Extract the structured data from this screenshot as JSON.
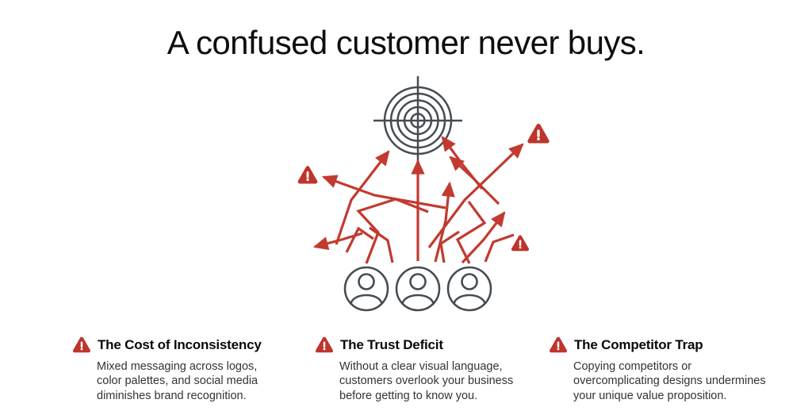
{
  "page": {
    "title": "A confused customer never buys."
  },
  "colors": {
    "arrow_red": "#c23a30",
    "warning_red": "#bd352c",
    "icon_gray": "#454c52",
    "title_color": "#0e0e0e",
    "body_color": "#333333",
    "background": "#ffffff"
  },
  "illustration": {
    "target_icon": "bullseye-target",
    "customer_icon_count": 3,
    "warning_marker_count": 3,
    "arrows_description": "tangled red zigzag arrows missing the target"
  },
  "columns": [
    {
      "icon": "warning-triangle-icon",
      "heading": "The Cost of Inconsistency",
      "body": [
        "Mixed messaging across logos,",
        "color palettes, and social media",
        "diminishes brand recognition."
      ]
    },
    {
      "icon": "warning-triangle-icon",
      "heading": "The Trust Deficit",
      "body": [
        "Without a clear visual language,",
        "customers overlook your business",
        "before getting to know you."
      ]
    },
    {
      "icon": "warning-triangle-icon",
      "heading": "The Competitor Trap",
      "body": [
        "Copying competitors or",
        "overcomplicating designs undermines",
        "your unique value proposition."
      ]
    }
  ]
}
